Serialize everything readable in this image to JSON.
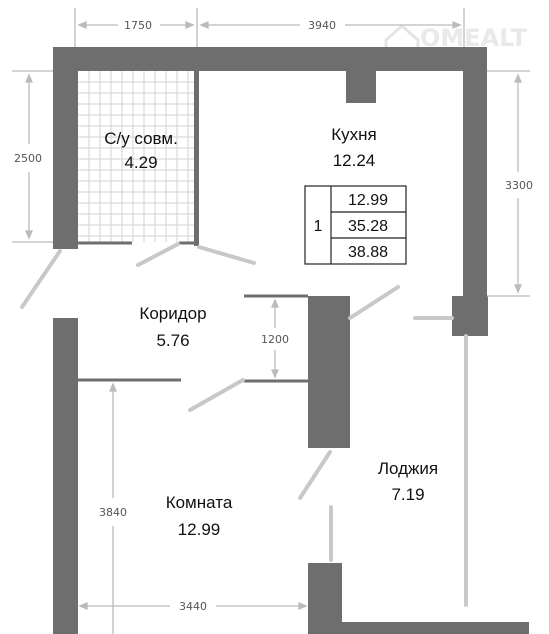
{
  "dimensions": {
    "top_left": "1750",
    "top_right": "3940",
    "left_upper": "2500",
    "right_kitchen": "3300",
    "corridor": "1200",
    "left_lower": "3840",
    "bottom": "3440"
  },
  "rooms": {
    "bathroom": {
      "name": "С/у совм.",
      "area": "4.29"
    },
    "kitchen": {
      "name": "Кухня",
      "area": "12.24"
    },
    "corridor": {
      "name": "Коридор",
      "area": "5.76"
    },
    "room": {
      "name": "Комната",
      "area": "12.99"
    },
    "loggia": {
      "name": "Лоджия",
      "area": "7.19"
    }
  },
  "area_table": {
    "rooms_count": "1",
    "living_area": "12.99",
    "total_area": "35.28",
    "total_with_loggia": "38.88"
  },
  "watermark": "OMEALT",
  "colors": {
    "wall": "#6e6e6e",
    "door": "#c8c8c8",
    "tile_grid": "#d2d2d2",
    "dimension_line": "#bbbbbb",
    "text": "#111111"
  }
}
